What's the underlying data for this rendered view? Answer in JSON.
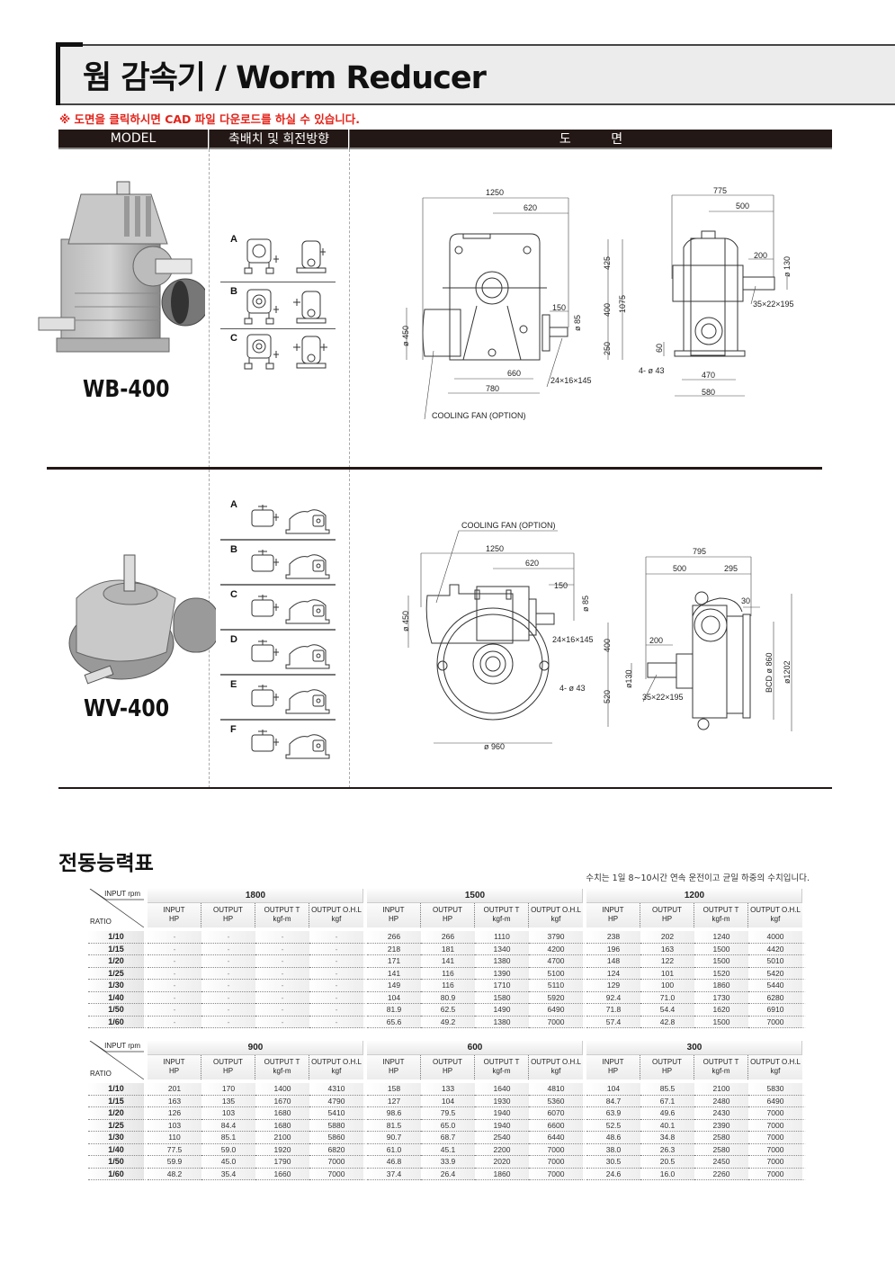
{
  "page": {
    "title": "웜 감속기 / Worm Reducer",
    "notice": "※ 도면을 클릭하시면 CAD 파일 다운로드를 하실 수 있습니다.",
    "columns": {
      "model": "MODEL",
      "arrangement": "축배치 및 회전방향",
      "drawing": "도          면"
    }
  },
  "products": [
    {
      "model": "WB-400",
      "arrangements": [
        "A",
        "B",
        "C"
      ],
      "front_view": {
        "dims": {
          "overall_width": "1250",
          "half_width": "620",
          "height_top": "425",
          "height_mid": "400",
          "height_bottom": "250",
          "total_height": "1075",
          "shaft_length": "150",
          "shaft_dia": "ø 85",
          "fan_dia": "ø 450",
          "base_inner": "660",
          "base_outer": "780",
          "key": "24×16×145"
        },
        "callout": "COOLING FAN (OPTION)"
      },
      "side_view": {
        "dims": {
          "overall_width": "775",
          "half_width": "500",
          "shaft_length": "200",
          "shaft_dia": "ø 130",
          "key": "35×22×195",
          "base_height": "60",
          "holes": "4- ø 43",
          "base_inner": "470",
          "base_outer": "580"
        }
      }
    },
    {
      "model": "WV-400",
      "arrangements": [
        "A",
        "B",
        "C",
        "D",
        "E",
        "F"
      ],
      "front_view": {
        "dims": {
          "overall_width": "1250",
          "half_width": "620",
          "shaft_length": "150",
          "shaft_dia": "ø 85",
          "fan_dia": "ø 450",
          "key": "24×16×145",
          "height_upper": "400",
          "height_lower": "520",
          "holes": "4- ø 43",
          "base_dia": "ø 960"
        },
        "callout": "COOLING FAN (OPTION)"
      },
      "side_view": {
        "dims": {
          "overall_width": "795",
          "left_width": "500",
          "right_width": "295",
          "flange": "30",
          "shaft_length": "200",
          "shaft_dia": "ø130",
          "key": "35×22×195",
          "bcd": "BCD ø 860",
          "outer_dia": "ø1202"
        }
      }
    }
  ],
  "capacity": {
    "title": "전동능력표",
    "note": "수치는 1일 8~10시간 연속 운전이고 균일 하중의 수치입니다.",
    "corner_top": "INPUT rpm",
    "corner_bottom": "RATIO",
    "sub_headers": [
      {
        "l1": "INPUT",
        "l2": "HP"
      },
      {
        "l1": "OUTPUT",
        "l2": "HP"
      },
      {
        "l1": "OUTPUT T",
        "l2": "kgf-m"
      },
      {
        "l1": "OUTPUT O.H.L",
        "l2": "kgf"
      }
    ],
    "ratios": [
      "1/10",
      "1/15",
      "1/20",
      "1/25",
      "1/30",
      "1/40",
      "1/50",
      "1/60"
    ],
    "tables": [
      {
        "rpms": [
          "1800",
          "1500",
          "1200"
        ],
        "rows": [
          [
            "-",
            "-",
            "-",
            "-",
            "266",
            "266",
            "1110",
            "3790",
            "238",
            "202",
            "1240",
            "4000"
          ],
          [
            "-",
            "-",
            "-",
            "-",
            "218",
            "181",
            "1340",
            "4200",
            "196",
            "163",
            "1500",
            "4420"
          ],
          [
            "-",
            "-",
            "-",
            "-",
            "171",
            "141",
            "1380",
            "4700",
            "148",
            "122",
            "1500",
            "5010"
          ],
          [
            "-",
            "-",
            "-",
            "-",
            "141",
            "116",
            "1390",
            "5100",
            "124",
            "101",
            "1520",
            "5420"
          ],
          [
            "-",
            "-",
            "-",
            "-",
            "149",
            "116",
            "1710",
            "5110",
            "129",
            "100",
            "1860",
            "5440"
          ],
          [
            "-",
            "-",
            "-",
            "-",
            "104",
            "80.9",
            "1580",
            "5920",
            "92.4",
            "71.0",
            "1730",
            "6280"
          ],
          [
            "-",
            "-",
            "-",
            "-",
            "81.9",
            "62.5",
            "1490",
            "6490",
            "71.8",
            "54.4",
            "1620",
            "6910"
          ],
          [
            "-",
            "-",
            "-",
            "-",
            "65.6",
            "49.2",
            "1380",
            "7000",
            "57.4",
            "42.8",
            "1500",
            "7000"
          ]
        ]
      },
      {
        "rpms": [
          "900",
          "600",
          "300"
        ],
        "rows": [
          [
            "201",
            "170",
            "1400",
            "4310",
            "158",
            "133",
            "1640",
            "4810",
            "104",
            "85.5",
            "2100",
            "5830"
          ],
          [
            "163",
            "135",
            "1670",
            "4790",
            "127",
            "104",
            "1930",
            "5360",
            "84.7",
            "67.1",
            "2480",
            "6490"
          ],
          [
            "126",
            "103",
            "1680",
            "5410",
            "98.6",
            "79.5",
            "1940",
            "6070",
            "63.9",
            "49.6",
            "2430",
            "7000"
          ],
          [
            "103",
            "84.4",
            "1680",
            "5880",
            "81.5",
            "65.0",
            "1940",
            "6600",
            "52.5",
            "40.1",
            "2390",
            "7000"
          ],
          [
            "110",
            "85.1",
            "2100",
            "5860",
            "90.7",
            "68.7",
            "2540",
            "6440",
            "48.6",
            "34.8",
            "2580",
            "7000"
          ],
          [
            "77.5",
            "59.0",
            "1920",
            "6820",
            "61.0",
            "45.1",
            "2200",
            "7000",
            "38.0",
            "26.3",
            "2580",
            "7000"
          ],
          [
            "59.9",
            "45.0",
            "1790",
            "7000",
            "46.8",
            "33.9",
            "2020",
            "7000",
            "30.5",
            "20.5",
            "2450",
            "7000"
          ],
          [
            "48.2",
            "35.4",
            "1660",
            "7000",
            "37.4",
            "26.4",
            "1860",
            "7000",
            "24.6",
            "16.0",
            "2260",
            "7000"
          ]
        ]
      }
    ]
  },
  "colors": {
    "header_bg": "#231815",
    "notice": "#e2231a",
    "title_bg": "#ececec"
  }
}
